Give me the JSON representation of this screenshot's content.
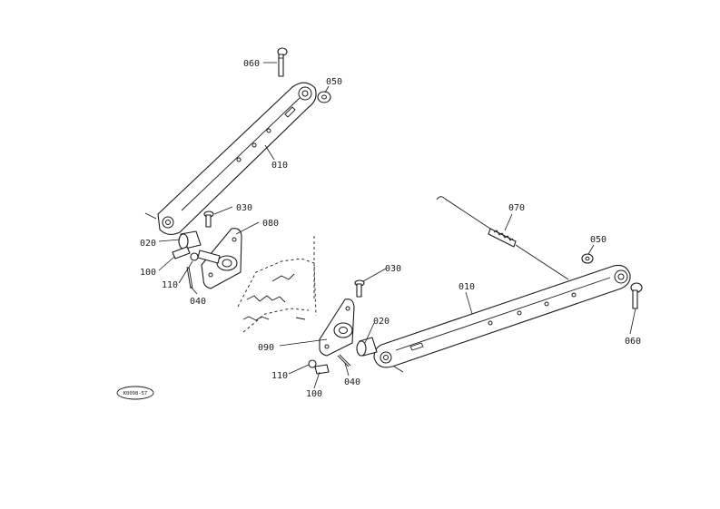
{
  "labels": {
    "p060a": "060",
    "p050a": "050",
    "p010a": "010",
    "p030a": "030",
    "p080": "080",
    "p020a": "020",
    "p100a": "100",
    "p110a": "110",
    "p040a": "040",
    "p070": "070",
    "p050b": "050",
    "p030b": "030",
    "p010b": "010",
    "p020b": "020",
    "p060b": "060",
    "p090": "090",
    "p110b": "110",
    "p100b": "100",
    "p040b": "040"
  },
  "reference_code": "K0098-57",
  "colors": {
    "line": "#1a1a1a",
    "background": "#ffffff"
  }
}
